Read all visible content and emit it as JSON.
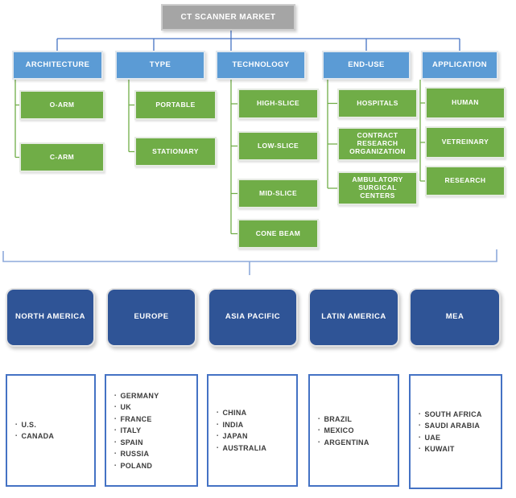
{
  "title": "CT SCANNER MARKET",
  "bullet_glyph": "▪",
  "segments": [
    {
      "label": "ARCHITECTURE",
      "children": [
        "O-ARM",
        "C-ARM"
      ]
    },
    {
      "label": "TYPE",
      "children": [
        "PORTABLE",
        "STATIONARY"
      ]
    },
    {
      "label": "TECHNOLOGY",
      "children": [
        "HIGH-SLICE",
        "LOW-SLICE",
        "MID-SLICE",
        "CONE BEAM"
      ]
    },
    {
      "label": "END-USE",
      "children": [
        "HOSPITALS",
        "CONTRACT RESEARCH ORGANIZATION",
        "AMBULATORY SURGICAL CENTERS"
      ]
    },
    {
      "label": "APPLICATION",
      "children": [
        "HUMAN",
        "VETREINARY",
        "RESEARCH"
      ]
    }
  ],
  "regions": [
    {
      "label": "NORTH AMERICA",
      "countries": [
        "U.S.",
        "CANADA"
      ]
    },
    {
      "label": "EUROPE",
      "countries": [
        "GERMANY",
        "UK",
        "FRANCE",
        "ITALY",
        "SPAIN",
        "RUSSIA",
        "POLAND"
      ]
    },
    {
      "label": "ASIA PACIFIC",
      "countries": [
        "CHINA",
        "INDIA",
        "JAPAN",
        "AUSTRALIA"
      ]
    },
    {
      "label": "LATIN AMERICA",
      "countries": [
        "BRAZIL",
        "MEXICO",
        "ARGENTINA"
      ]
    },
    {
      "label": "MEA",
      "countries": [
        "SOUTH AFRICA",
        "SAUDI ARABIA",
        "UAE",
        "KUWAIT"
      ]
    }
  ],
  "colors": {
    "root_box": "#A5A5A5",
    "segment_box": "#5B9BD5",
    "child_box": "#70AD47",
    "region_box": "#2F5496",
    "tree_connector": "#4472C4",
    "child_connector": "#70AD47",
    "bracket": "#8EAADB",
    "country_box_border": "#4472C4"
  }
}
